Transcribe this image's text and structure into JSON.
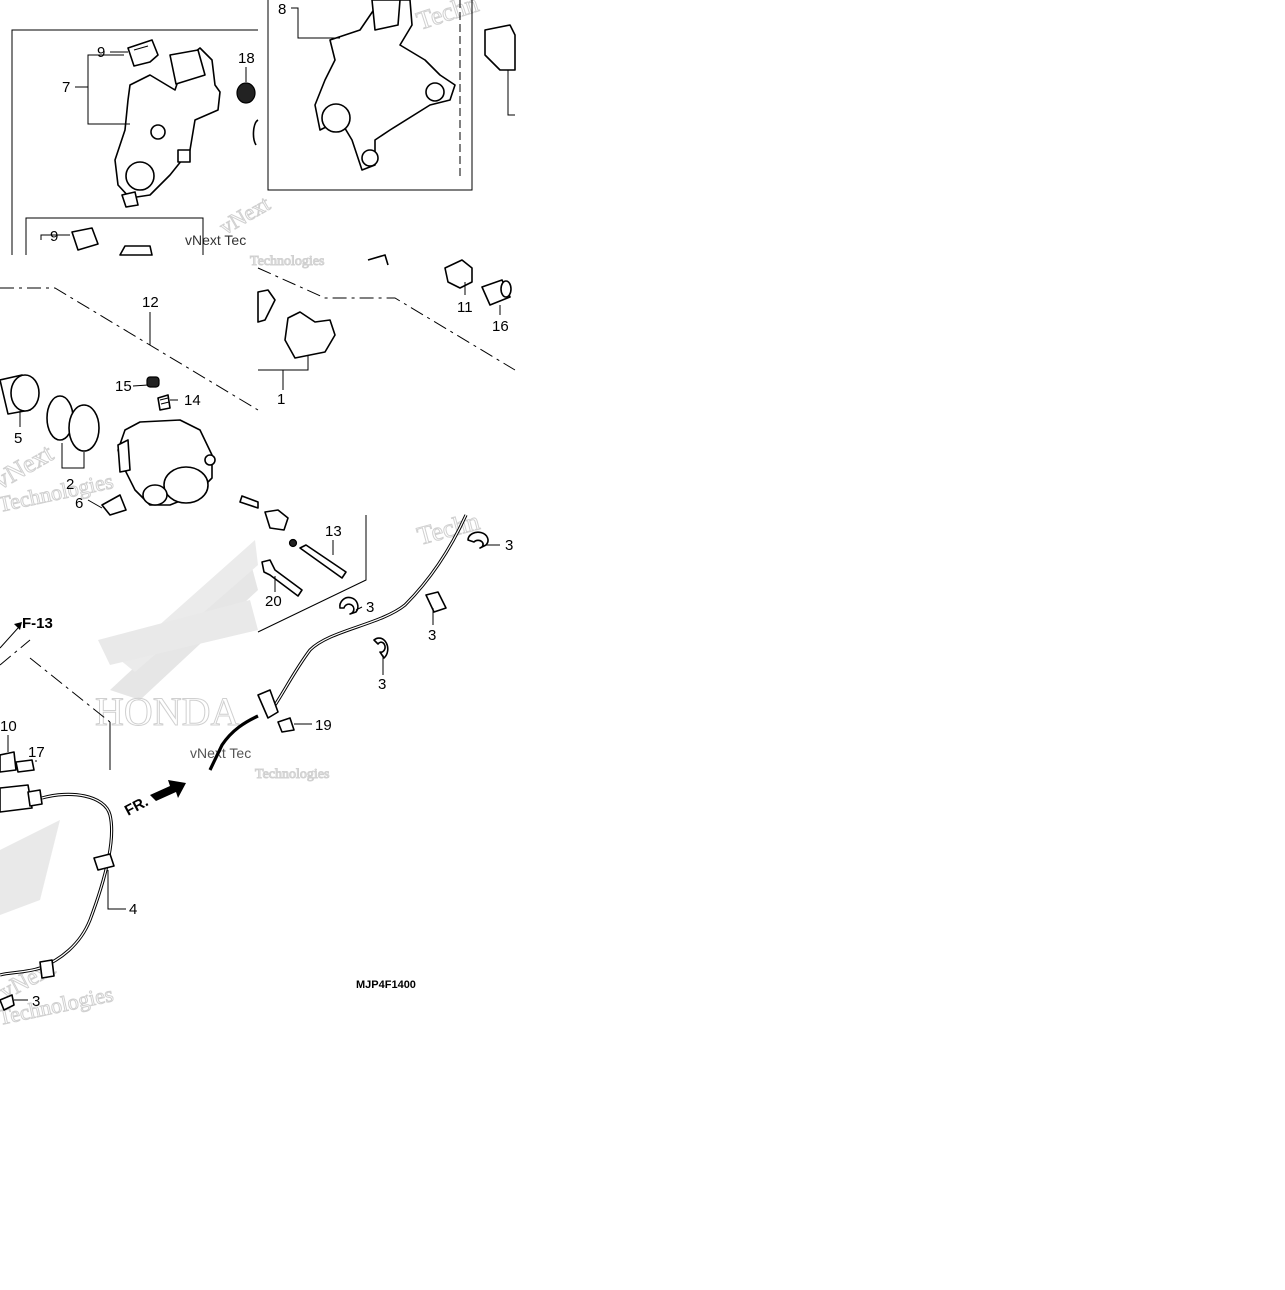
{
  "diagram_code": "MJP4F1400",
  "frame_ref": "F-13",
  "front_label": "FR.",
  "watermark": {
    "brand": "HONDA",
    "vendor_line1": "vNext",
    "vendor_line2": "Technologies",
    "vendor_inline": "vNext Tec",
    "vendor_partial": "Techn"
  },
  "callouts": {
    "c1": "1",
    "c2": "2",
    "c3a": "3",
    "c3b": "3",
    "c3c": "3",
    "c3d": "3",
    "c3e": "3",
    "c4": "4",
    "c5": "5",
    "c6": "6",
    "c7": "7",
    "c8": "8",
    "c9a": "9",
    "c9b": "9",
    "c10": "10",
    "c11": "11",
    "c12": "12",
    "c13": "13",
    "c14": "14",
    "c15": "15",
    "c16": "16",
    "c17": "17",
    "c18": "18",
    "c19": "19",
    "c20": "20"
  }
}
